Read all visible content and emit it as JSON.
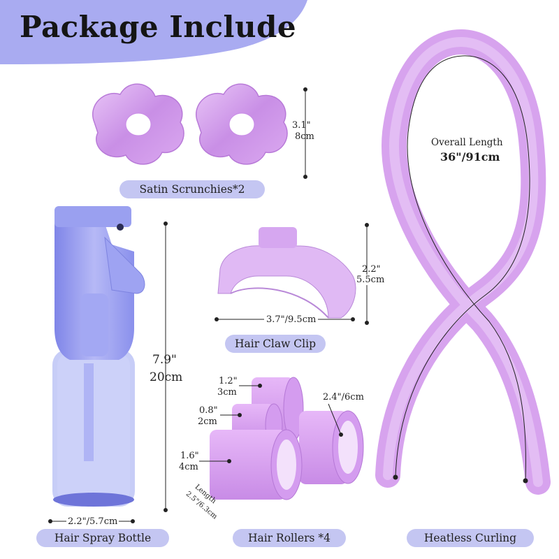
{
  "title": "Package Include",
  "colors": {
    "banner": "#a9abf1",
    "label_pill": "#c4c6f2",
    "product_lavender": "#d9a8ef",
    "bottle_blue": "#8f95ee"
  },
  "products": {
    "scrunchies": {
      "label": "Satin Scrunchies*2",
      "height_in": "3.1\"",
      "height_cm": "8cm"
    },
    "spray_bottle": {
      "label": "Hair Spray Bottle",
      "height_in": "7.9\"",
      "height_cm": "20cm",
      "width": "2.2\"/5.7cm"
    },
    "claw_clip": {
      "label": "Hair Claw Clip",
      "height_in": "2.2\"",
      "height_cm": "5.5cm",
      "width": "3.7\"/9.5cm"
    },
    "rollers": {
      "label": "Hair Rollers *4",
      "size_small_in": "1.2\"",
      "size_small_cm": "3cm",
      "size_xs_in": "0.8\"",
      "size_xs_cm": "2cm",
      "size_mid_in": "1.6\"",
      "size_mid_cm": "4cm",
      "size_large": "2.4\"/6cm",
      "length_title": "Length",
      "length_value": "2.5\"/6.3cm"
    },
    "heatless_curling": {
      "label": "Heatless Curling",
      "length_title": "Overall Length",
      "length_value": "36\"/91cm"
    }
  }
}
